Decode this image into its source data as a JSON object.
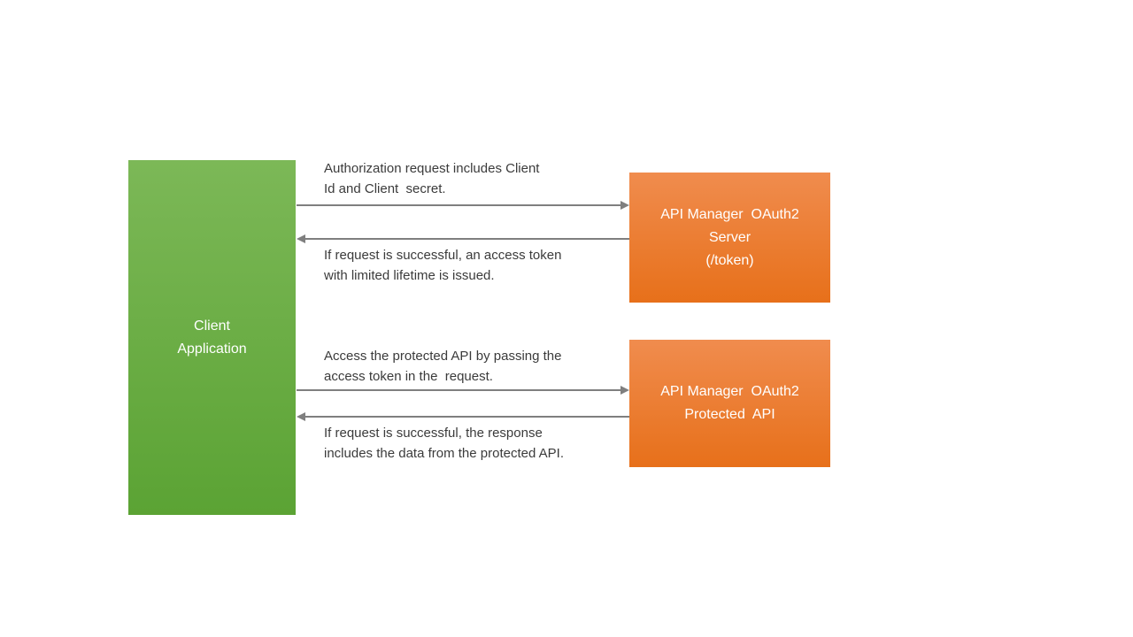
{
  "nodes": {
    "client": {
      "lines": [
        "Client",
        "Application"
      ]
    },
    "oauth_server": {
      "lines": [
        "API Manager  OAuth2",
        "Server",
        "(/token)"
      ]
    },
    "protected_api": {
      "lines": [
        "API Manager  OAuth2",
        "Protected  API"
      ]
    }
  },
  "messages": [
    {
      "direction": "right",
      "from": "Client Application",
      "to": "API Manager OAuth2 Server",
      "lines": [
        "Authorization request includes Client",
        "Id and Client  secret."
      ]
    },
    {
      "direction": "left",
      "from": "API Manager OAuth2 Server",
      "to": "Client Application",
      "lines": [
        "If request is successful, an access token",
        "with limited lifetime is issued."
      ]
    },
    {
      "direction": "right",
      "from": "Client Application",
      "to": "API Manager OAuth2 Protected API",
      "lines": [
        "Access the protected API by passing the",
        "access token in the  request."
      ]
    },
    {
      "direction": "left",
      "from": "API Manager OAuth2 Protected API",
      "to": "Client Application",
      "lines": [
        "If request is successful, the response",
        "includes the data from the protected API."
      ]
    }
  ],
  "colors": {
    "green_top": "#7cb857",
    "green_bottom": "#5ba334",
    "orange_top": "#f08c4e",
    "orange_bottom": "#e7701a",
    "arrow_color": "#7f7f7f",
    "label_color": "#3b3b3b",
    "box_text_color": "#ffffff",
    "canvas_bg": "#ffffff"
  }
}
